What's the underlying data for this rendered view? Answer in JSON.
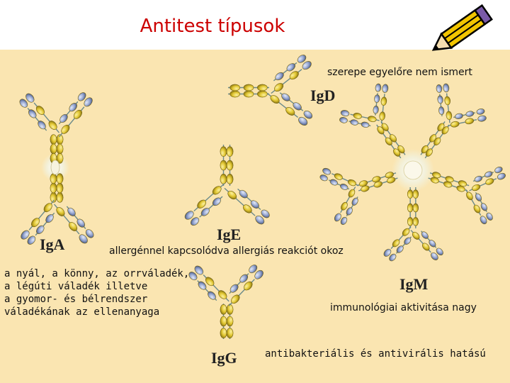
{
  "title": "Antitest típusok",
  "labels": {
    "iga": "IgA",
    "igd": "IgD",
    "ige": "IgE",
    "igm": "IgM",
    "igg": "IgG"
  },
  "notes": {
    "igd": "szerepe egyelőre nem ismert",
    "ige": "allergénnel kapcsolódva allergiás reakciót okoz",
    "iga": [
      "a nyál, a könny, az orrváladék,",
      " a légúti váladék illetve",
      " a gyomor- és bélrendszer",
      "váladékának az ellenanyaga"
    ],
    "igm": "immunológiai aktivitása nagy",
    "igg": "antibakteriális és antivirális hatású"
  },
  "colors": {
    "title": "#cc0000",
    "panel": "#fae5b1",
    "heavy_chain": "#e2c733",
    "light_chain": "#98a8d2",
    "joining_core": "#f3f0d8"
  },
  "icons": [
    "pencil-icon"
  ]
}
